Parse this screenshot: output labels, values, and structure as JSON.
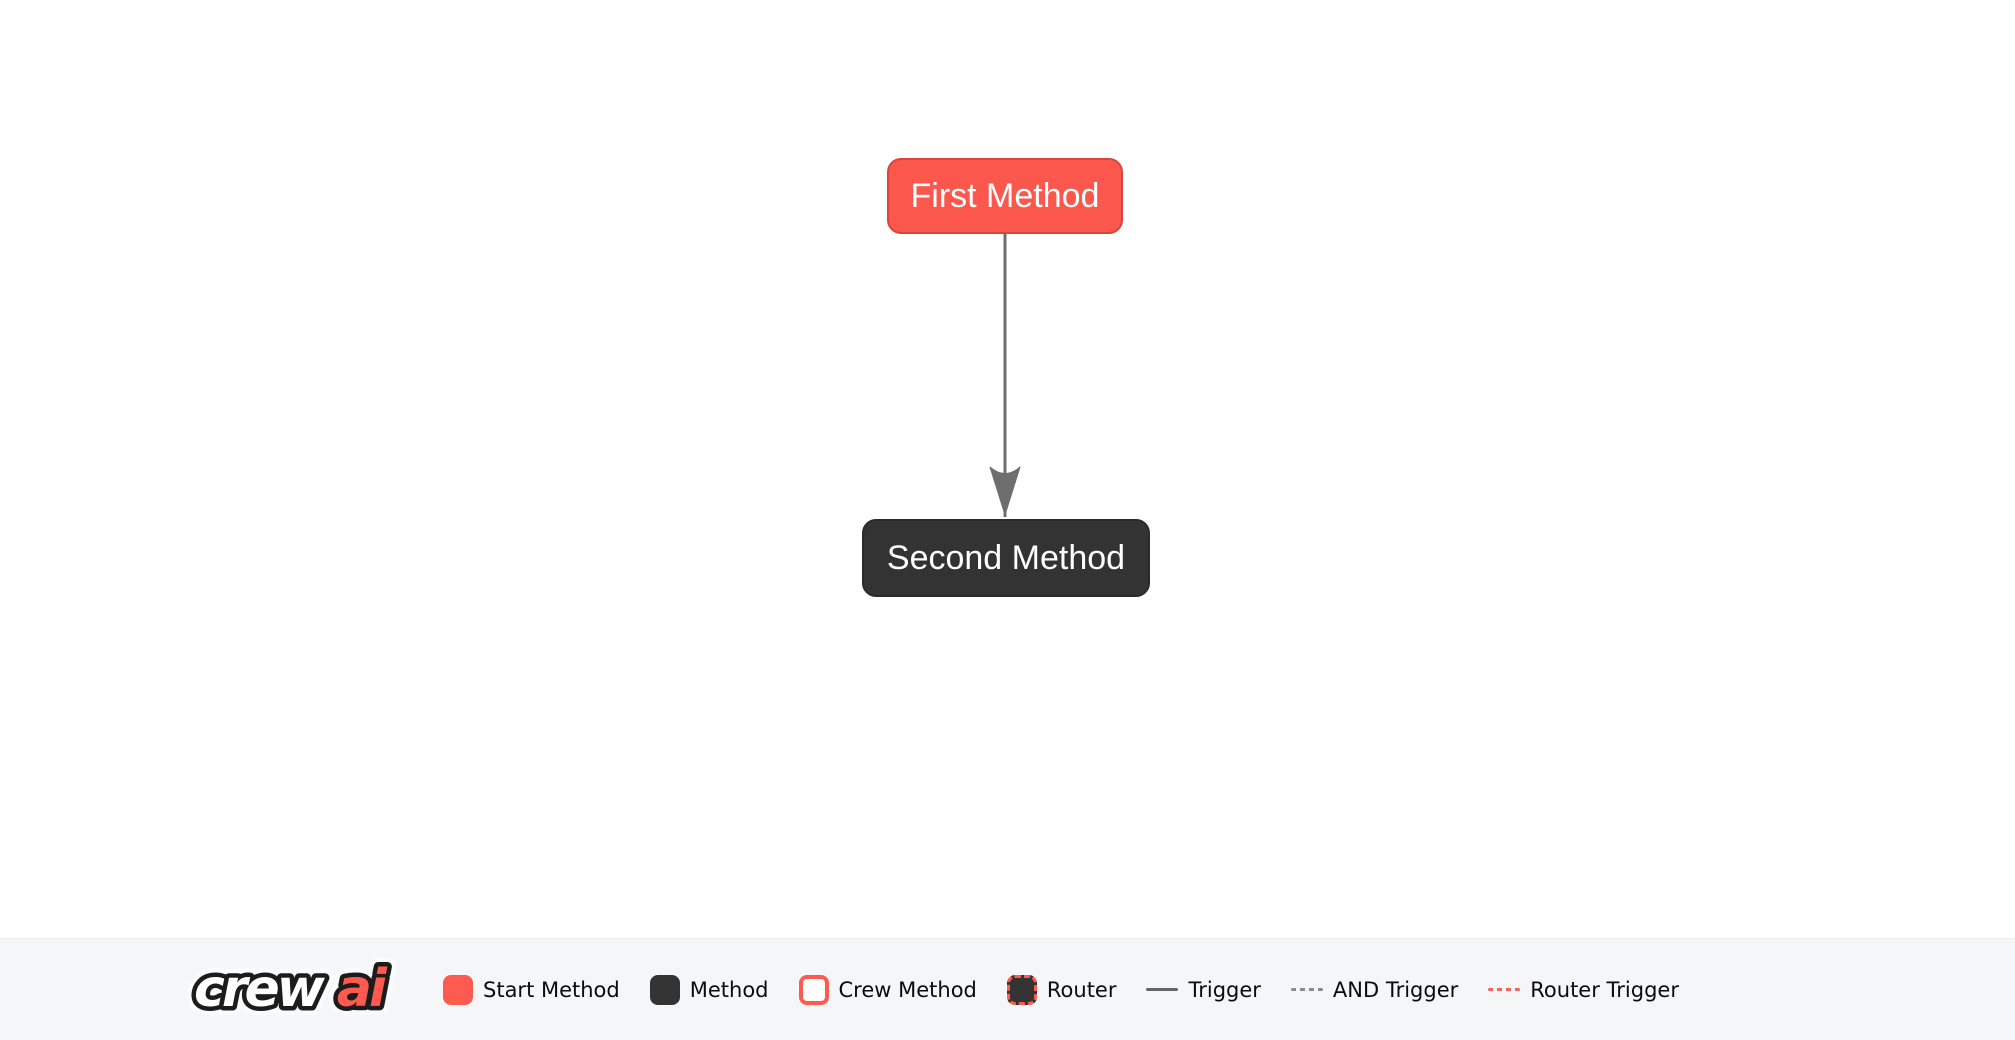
{
  "flow": {
    "nodes": [
      {
        "label": "First Method",
        "type": "start-method"
      },
      {
        "label": "Second Method",
        "type": "method"
      }
    ],
    "edges": [
      {
        "from": "First Method",
        "to": "Second Method",
        "type": "trigger"
      }
    ]
  },
  "legend": {
    "logo": {
      "part1": "crew",
      "part2": "ai"
    },
    "items": [
      {
        "label": "Start Method",
        "icon": "start-method-swatch"
      },
      {
        "label": "Method",
        "icon": "method-swatch"
      },
      {
        "label": "Crew Method",
        "icon": "crew-method-swatch"
      },
      {
        "label": "Router",
        "icon": "router-swatch"
      },
      {
        "label": "Trigger",
        "icon": "trigger-line"
      },
      {
        "label": "AND Trigger",
        "icon": "and-trigger-line"
      },
      {
        "label": "Router Trigger",
        "icon": "router-trigger-line"
      }
    ]
  },
  "colors": {
    "start_method": "#FF5A50",
    "start_method_border": "#D8453D",
    "method": "#333333",
    "edge": "#6E6E6E",
    "router_trigger": "#FF5A50",
    "and_trigger": "#8A8A8A",
    "legend_background": "#F5F6F8",
    "canvas_background": "#FFFFFF",
    "node_text": "#FFFFFF"
  }
}
